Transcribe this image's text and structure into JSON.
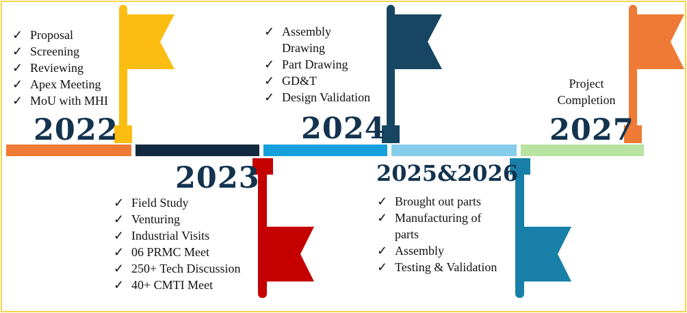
{
  "timeline": {
    "check_glyph": "✓",
    "colors": {
      "segment_2022": "#ee7a35",
      "segment_2023": "#13293f",
      "segment_2024": "#16a0dc",
      "segment_2025": "#85cdea",
      "segment_2027": "#b9e3a0",
      "flag_2022": "#fbbd12",
      "flag_2023": "#c40000",
      "flag_2024": "#164662",
      "flag_2025": "#1880a8",
      "flag_2027": "#ee7a35",
      "year_text": "#13334f"
    },
    "milestones": {
      "y2022": {
        "year": "2022",
        "items": [
          "Proposal",
          "Screening",
          "Reviewing",
          "Apex Meeting",
          "MoU with MHI"
        ]
      },
      "y2023": {
        "year": "2023",
        "items": [
          "Field Study",
          "Venturing",
          "Industrial Visits",
          "06 PRMC Meet",
          "250+ Tech Discussion",
          "40+ CMTI Meet"
        ]
      },
      "y2024": {
        "year": "2024",
        "items": [
          "Assembly",
          "Drawing",
          "Part Drawing",
          "GD&T",
          "Design Validation"
        ]
      },
      "y2025": {
        "year": "2025&2026",
        "items": [
          "Brought out parts",
          "Manufacturing of",
          "parts",
          "Assembly",
          "Testing & Validation"
        ]
      },
      "y2027": {
        "year": "2027",
        "label_line1": "Project",
        "label_line2": "Completion"
      }
    }
  }
}
